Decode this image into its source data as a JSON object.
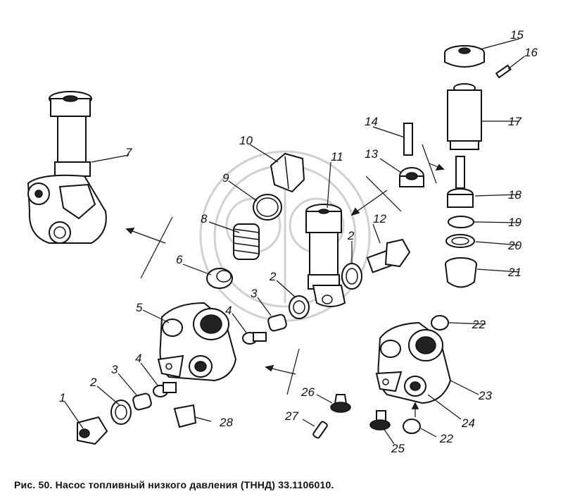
{
  "caption": "Рис. 50. Насос топливный низкого давления (ТННД) 33.1106010.",
  "labels": {
    "l1": "1",
    "l2a": "2",
    "l2b": "2",
    "l2c": "2",
    "l3a": "3",
    "l3b": "3",
    "l4a": "4",
    "l4b": "4",
    "l5": "5",
    "l6": "6",
    "l7": "7",
    "l8": "8",
    "l9": "9",
    "l10": "10",
    "l11": "11",
    "l12": "12",
    "l13": "13",
    "l14": "14",
    "l15": "15",
    "l16": "16",
    "l17": "17",
    "l18": "18",
    "l19": "19",
    "l20": "20",
    "l21": "21",
    "l22a": "22",
    "l22b": "22",
    "l23": "23",
    "l24": "24",
    "l25": "25",
    "l26": "26",
    "l27": "27",
    "l28": "28"
  }
}
